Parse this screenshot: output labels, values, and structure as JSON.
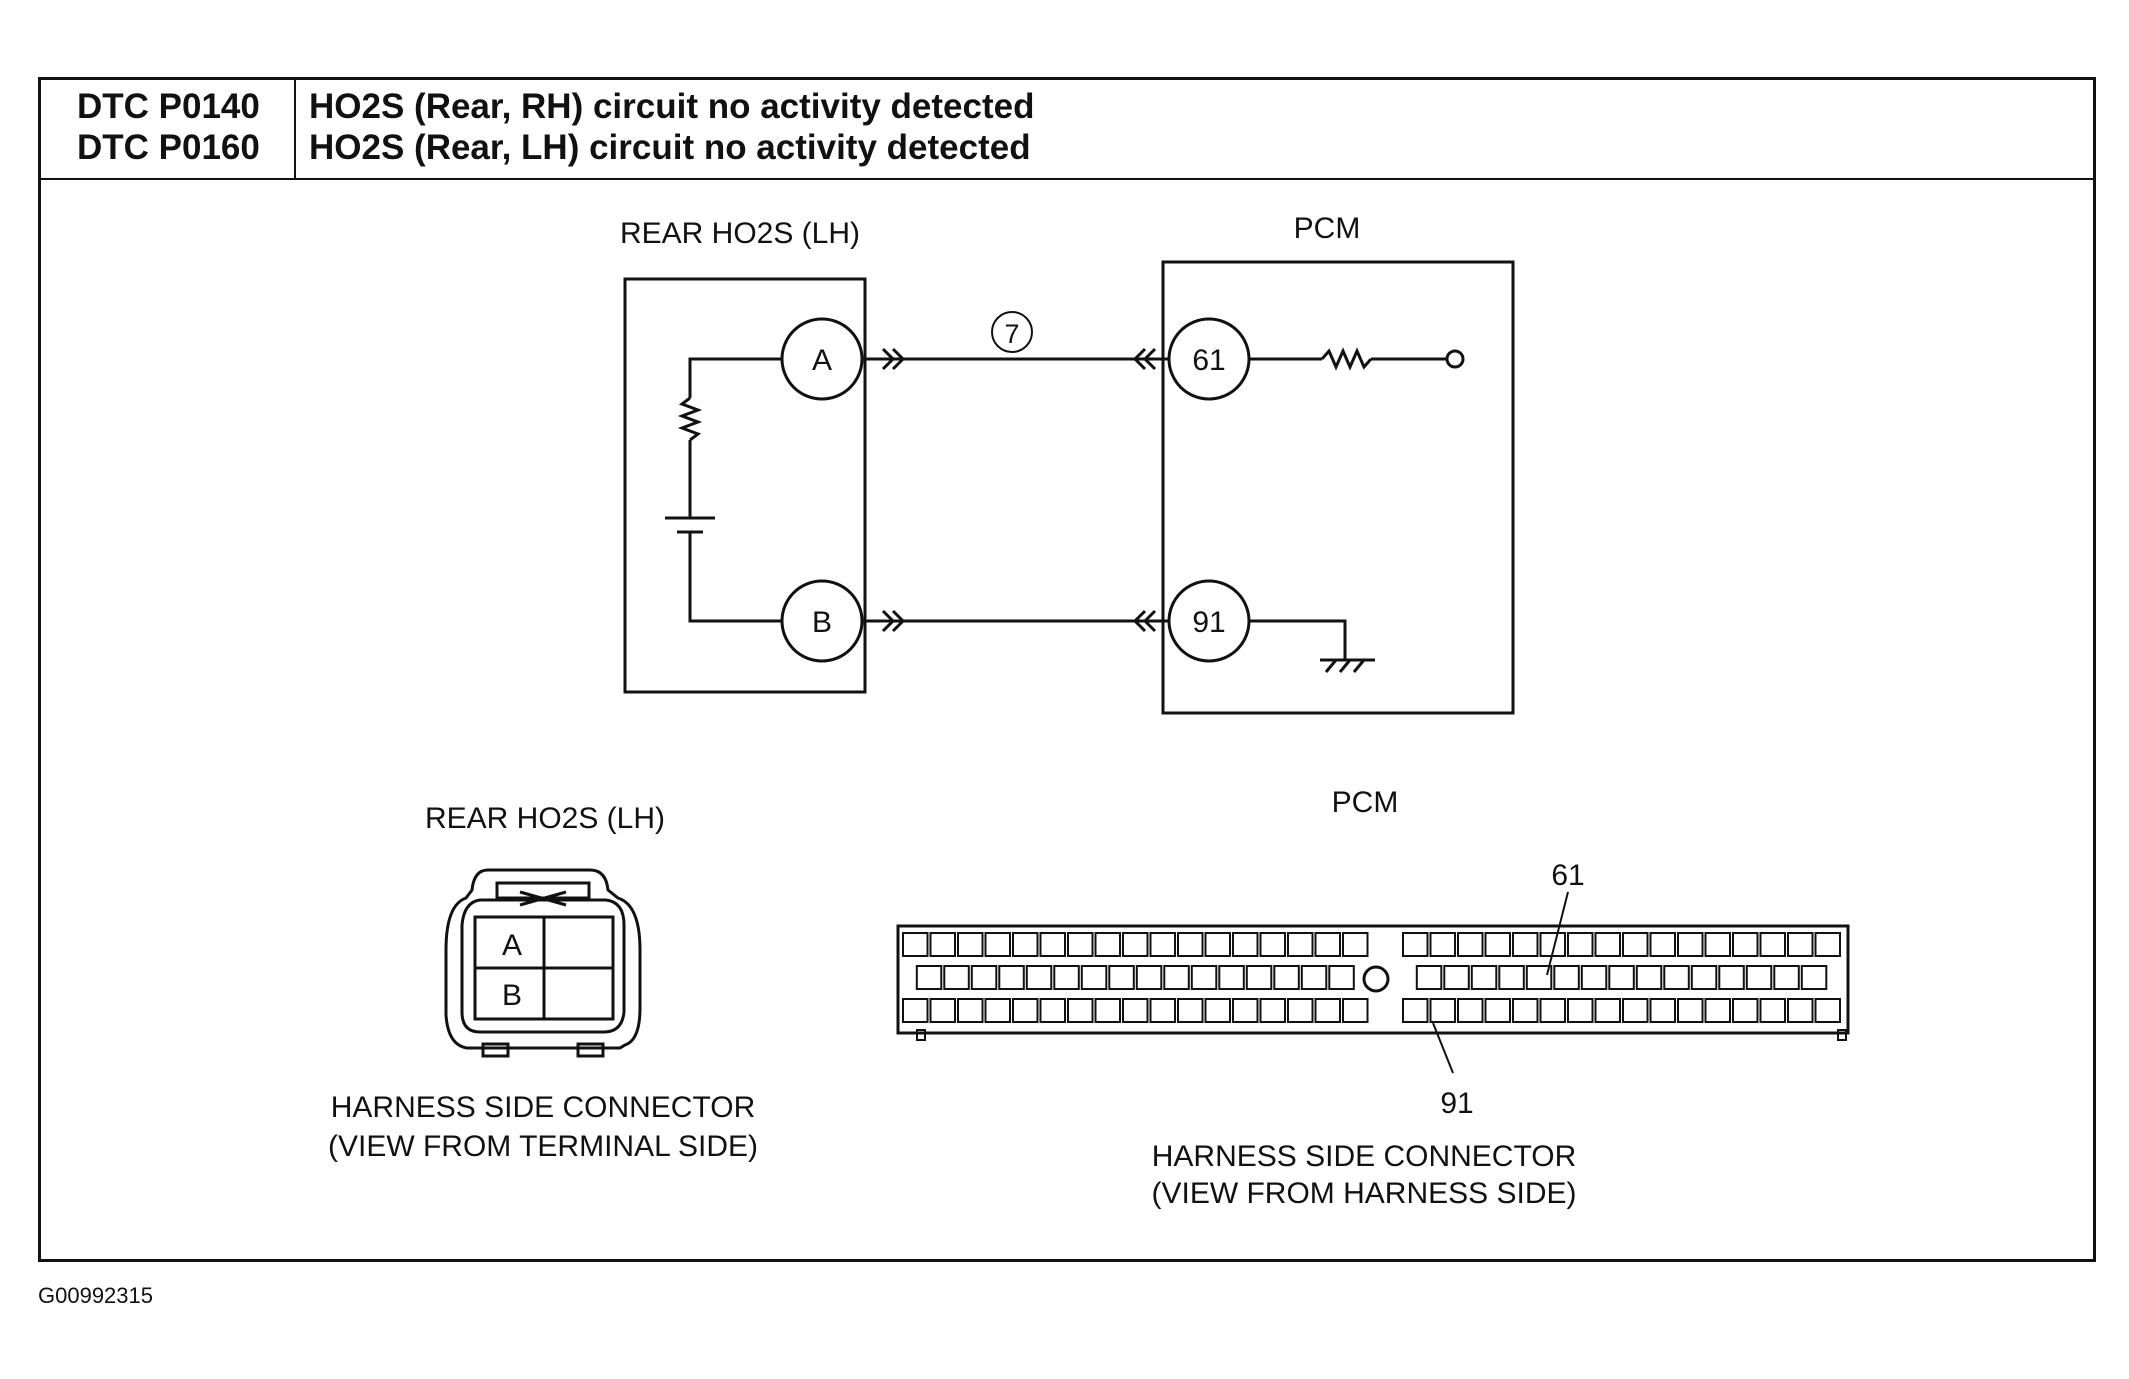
{
  "header": {
    "code_1": "DTC P0140",
    "code_2": "DTC P0160",
    "desc_1": "HO2S (Rear, RH) circuit no activity detected",
    "desc_2": "HO2S (Rear, LH) circuit no activity detected"
  },
  "schematic": {
    "sensor_title": "REAR HO2S (LH)",
    "pcm_title": "PCM",
    "terminal_a": "A",
    "terminal_b": "B",
    "pin_61": "61",
    "pin_91": "91",
    "wire_number": "7"
  },
  "sensor_connector": {
    "title": "REAR HO2S (LH)",
    "label_a": "A",
    "label_b": "B",
    "caption_1": "HARNESS SIDE CONNECTOR",
    "caption_2": "(VIEW FROM TERMINAL SIDE)"
  },
  "pcm_connector": {
    "title": "PCM",
    "pin_61": "61",
    "pin_91": "91",
    "caption_1": "HARNESS SIDE CONNECTOR",
    "caption_2": "(VIEW FROM HARNESS SIDE)"
  },
  "figure_id": "G00992315"
}
